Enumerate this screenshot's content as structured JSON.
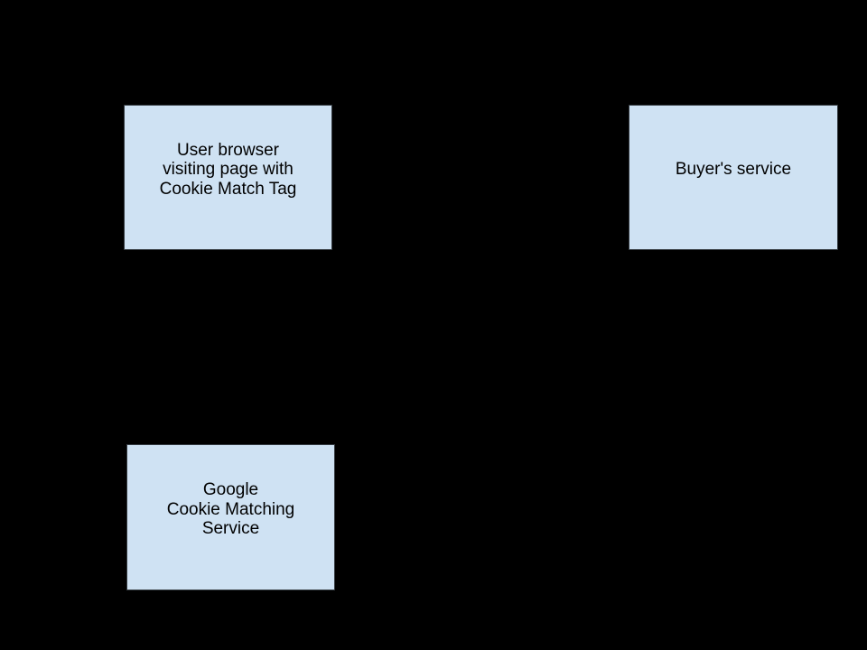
{
  "theme": {
    "background": "#000000",
    "box_fill": "#cfe2f3",
    "box_border": "#343a40",
    "text_color": "#000000"
  },
  "diagram": {
    "nodes": [
      {
        "id": "user-browser",
        "label": "User browser\nvisiting page with\nCookie Match Tag"
      },
      {
        "id": "buyers-service",
        "label": "Buyer's service"
      },
      {
        "id": "google-cms",
        "label": "Google\nCookie Matching\nService"
      }
    ]
  }
}
